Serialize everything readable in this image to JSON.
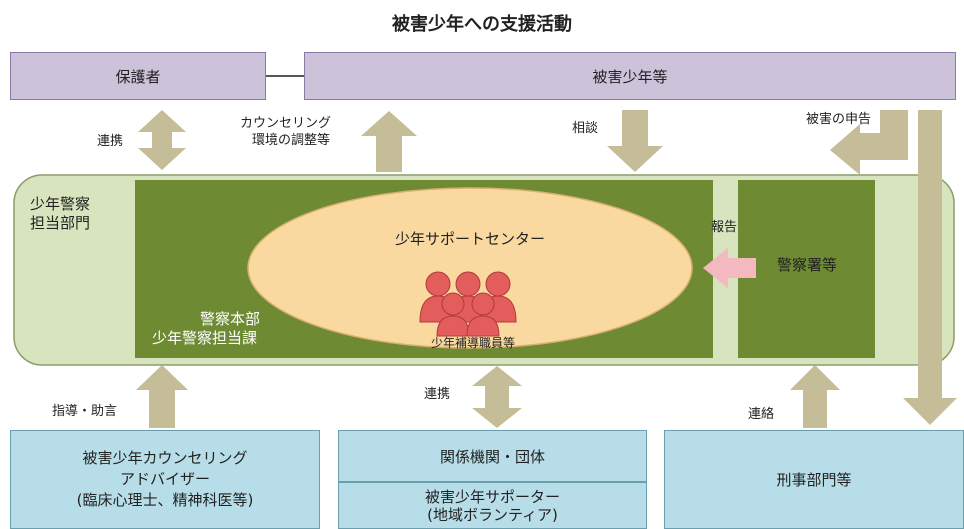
{
  "title": "被害少年への支援活動",
  "boxes": {
    "guardian": "保護者",
    "victims": "被害少年等",
    "dept_line1": "少年警察",
    "dept_line2": "担当部門",
    "center": "少年サポートセンター",
    "staff": "少年補導職員等",
    "hq_line1": "警察本部",
    "hq_line2": "少年警察担当課",
    "station": "警察署等",
    "advisor_line1": "被害少年カウンセリング",
    "advisor_line2": "アドバイザー",
    "advisor_line3": "(臨床心理士、精神科医等)",
    "org": "関係機関・団体",
    "supporter_line1": "被害少年サポーター",
    "supporter_line2": "(地域ボランティア)",
    "criminal": "刑事部門等"
  },
  "arrows": {
    "cooperation_left": "連携",
    "counseling_line1": "カウンセリング",
    "counseling_line2": "環境の調整等",
    "consult": "相談",
    "damage_report": "被害の申告",
    "report": "報告",
    "guidance": "指導・助言",
    "cooperation_mid": "連携",
    "contact": "連絡"
  },
  "colors": {
    "purple": "#ccc3da",
    "outer_band": "#d7e4bd",
    "dark_green": "#6e8b33",
    "ellipse": "#fad9a1",
    "person": "#e35d5d",
    "arrow": "#c4bd97",
    "blue": "#b7dde8",
    "pink_arrow": "#f4b8c1"
  }
}
